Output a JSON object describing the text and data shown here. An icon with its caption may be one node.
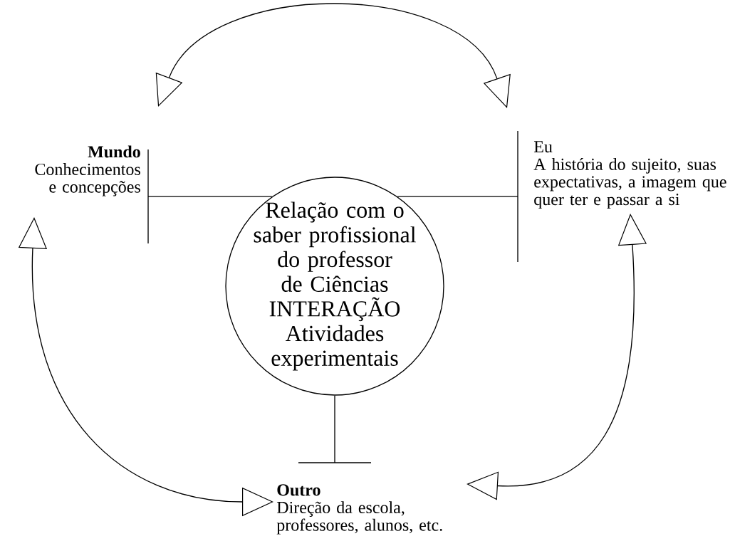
{
  "diagram": {
    "nodes": [
      {
        "text": [
          "Relação com o saber profissional do professor de Ciências",
          "INTERAÇÃO",
          "Atividades experimentais"
        ]
      },
      {
        "text": [
          "Mundo",
          "Conhecimentos e concepções"
        ]
      },
      {
        "text": [
          "Eu",
          "A história do sujeito, suas expectativas, a imagem que quer ter e passar a si"
        ]
      },
      {
        "text": [
          "Outro",
          "Direção da escola, professores, alunos, etc."
        ]
      }
    ],
    "edges": [
      {
        "from": 0,
        "to": 1,
        "arrow": "none"
      },
      {
        "from": 0,
        "to": 2,
        "arrow": "none"
      },
      {
        "from": 0,
        "to": 3,
        "arrow": "none"
      },
      {
        "from": 1,
        "to": 2,
        "arrow": "both"
      },
      {
        "from": 1,
        "to": 3,
        "arrow": "both"
      },
      {
        "from": 2,
        "to": 3,
        "arrow": "both"
      }
    ]
  }
}
